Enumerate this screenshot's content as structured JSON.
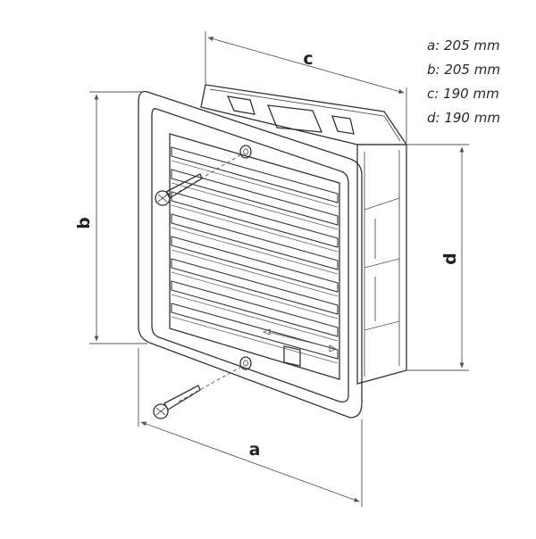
{
  "dimensions": [
    {
      "key": "a",
      "text": "a: 205 mm"
    },
    {
      "key": "b",
      "text": "b: 205 mm"
    },
    {
      "key": "c",
      "text": "c: 190 mm"
    },
    {
      "key": "d",
      "text": "d: 190 mm"
    }
  ],
  "labels": {
    "a": "a",
    "b": "b",
    "c": "c",
    "d": "d"
  },
  "colors": {
    "stroke": "#333333",
    "fill": "#ffffff"
  }
}
